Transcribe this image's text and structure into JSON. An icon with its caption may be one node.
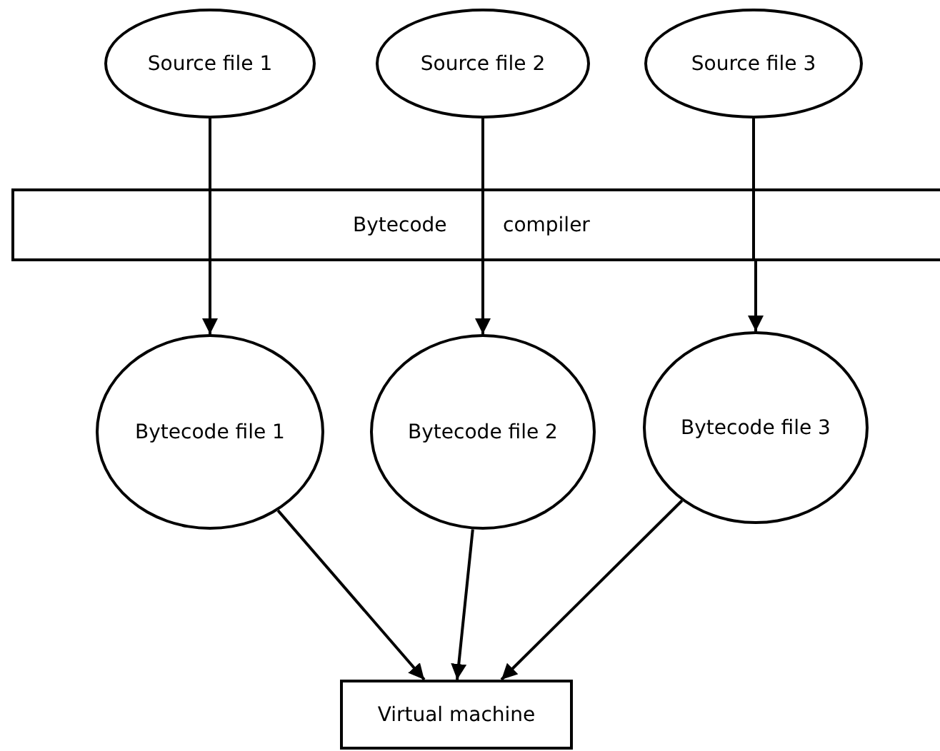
{
  "diagram": {
    "nodes": [
      {
        "text": [
          "Source file 1"
        ]
      },
      {
        "text": [
          "Source file 2"
        ]
      },
      {
        "text": [
          "Source file 3"
        ]
      },
      {
        "text": [
          "Bytecode",
          "compiler"
        ]
      },
      {
        "text": [
          "Bytecode file 1"
        ]
      },
      {
        "text": [
          "Bytecode file 2"
        ]
      },
      {
        "text": [
          "Bytecode file 3"
        ]
      },
      {
        "text": [
          "Virtual machine"
        ]
      }
    ],
    "edges": [
      {
        "from": 0,
        "to": 3,
        "arrow": "none"
      },
      {
        "from": 3,
        "to": 4,
        "arrow": "to"
      },
      {
        "from": 1,
        "to": 3,
        "arrow": "none"
      },
      {
        "from": 3,
        "to": 5,
        "arrow": "to"
      },
      {
        "from": 2,
        "to": 3,
        "arrow": "none"
      },
      {
        "from": 3,
        "to": 6,
        "arrow": "to"
      },
      {
        "from": 4,
        "to": 7,
        "arrow": "to"
      },
      {
        "from": 5,
        "to": 7,
        "arrow": "to"
      },
      {
        "from": 6,
        "to": 7,
        "arrow": "to"
      }
    ]
  }
}
